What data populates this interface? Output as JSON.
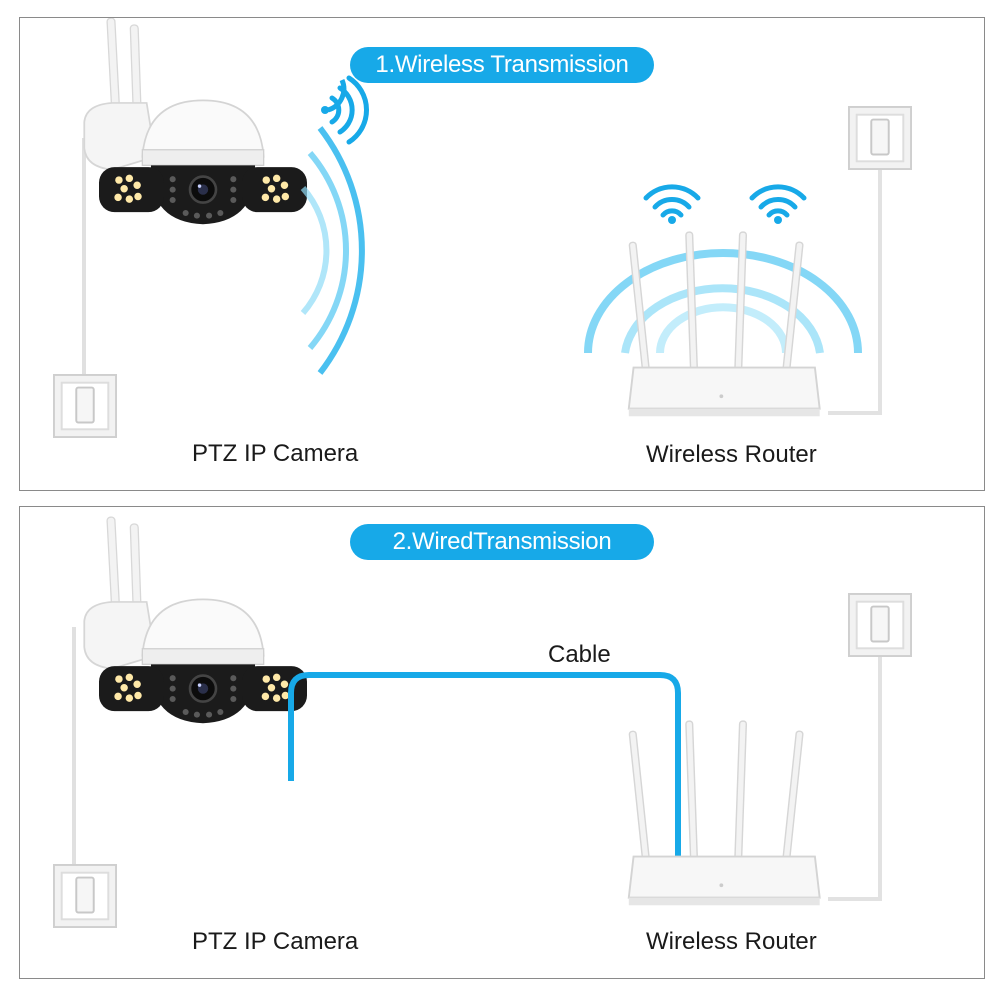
{
  "panels": [
    {
      "title": "1.Wireless Transmission",
      "camera_label": "PTZ IP Camera",
      "router_label": "Wireless Router"
    },
    {
      "title": "2.WiredTransmission",
      "cable_label": "Cable",
      "camera_label": "PTZ IP Camera",
      "router_label": "Wireless Router"
    }
  ],
  "colors": {
    "accent": "#17a9e8",
    "border": "#8a8a8a",
    "device_white": "#f4f4f4",
    "device_dark": "#1b1b1b"
  },
  "icons": [
    "wifi-signal-icon",
    "camera-icon",
    "router-icon",
    "wall-outlet-icon"
  ]
}
